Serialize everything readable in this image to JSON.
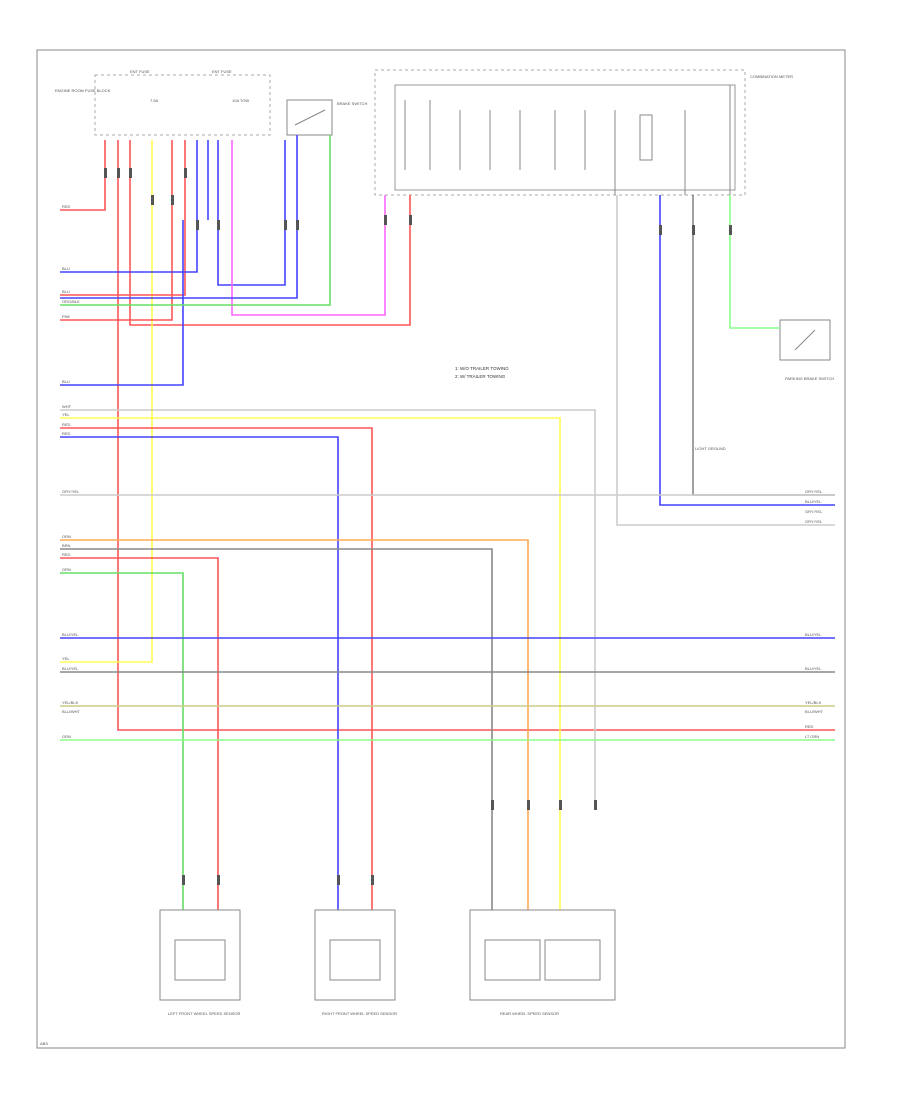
{
  "diagram": {
    "title": "",
    "notes": [
      "1: W/O TRAILER TOWING",
      "2: W/ TRAILER TOWING"
    ],
    "modules": {
      "engine_ecm_left": "ENGINE ROOM FUSE BLOCK",
      "fuse_block_a": "ENT FUSE",
      "fuse_block_b": "ENT FUSE",
      "fuse_label_1": "7.5A",
      "fuse_label_2": "10A TOW",
      "vehicle_speed_sensor": "BRAKE SWITCH",
      "combination_meter": "COMBINATION METER",
      "parking_brake_switch": "PARKING BRAKE SWITCH",
      "ground_label": "LIGHT GROUND",
      "sensor_lf": "LEFT FRONT WHEEL SPEED SENSOR",
      "sensor_rf": "RIGHT FRONT WHEEL SPEED SENSOR",
      "sensor_rear": "REAR WHEEL SPEED SENSOR",
      "footer": "ABS"
    },
    "wire_labels_left": [
      "RED",
      "BLU",
      "BLU",
      "ORG/BLK",
      "PNK",
      "BLU",
      "WHT",
      "YEL",
      "RED",
      "RED",
      "GRY/YEL",
      "ORN",
      "BRN",
      "RED",
      "GRN",
      "BLU/YEL",
      "YEL",
      "BLU/YEL",
      "YEL/BLK",
      "BLU/WHT",
      "GRN"
    ],
    "wire_labels_right": [
      "GRY/YEL",
      "BLU/YEL",
      "GRY/YEL",
      "GRY/YEL",
      "BLU/YEL",
      "BLU/YEL",
      "YEL/BLK",
      "BLU/WHT",
      "RED",
      "LT GRN"
    ],
    "colors": {
      "red": "#ff5555",
      "blue": "#4444ff",
      "yellow": "#ffff55",
      "green": "#66dd66",
      "magenta": "#ff66ff",
      "orange": "#ffaa55",
      "gray": "#888888",
      "olive": "#cccc88",
      "lightgreen": "#88ff88",
      "lightgray": "#cccccc"
    }
  }
}
